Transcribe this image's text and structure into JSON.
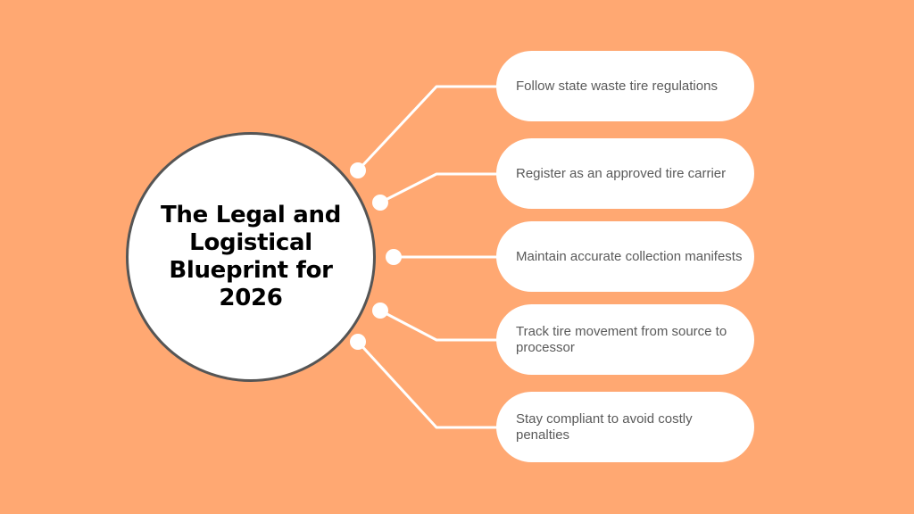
{
  "hub": {
    "title": "The Legal and Logistical Blueprint for 2026"
  },
  "items": [
    {
      "label": "Follow state waste tire regulations"
    },
    {
      "label": "Register as an approved tire carrier"
    },
    {
      "label": "Maintain accurate collection manifests"
    },
    {
      "label": "Track tire movement from source to processor"
    },
    {
      "label": "Stay compliant to avoid costly penalties"
    }
  ],
  "colors": {
    "background": "#FFA872",
    "card": "#ffffff",
    "hub_border": "#555555",
    "hub_text": "#000000",
    "item_text": "#5a5a5a"
  }
}
